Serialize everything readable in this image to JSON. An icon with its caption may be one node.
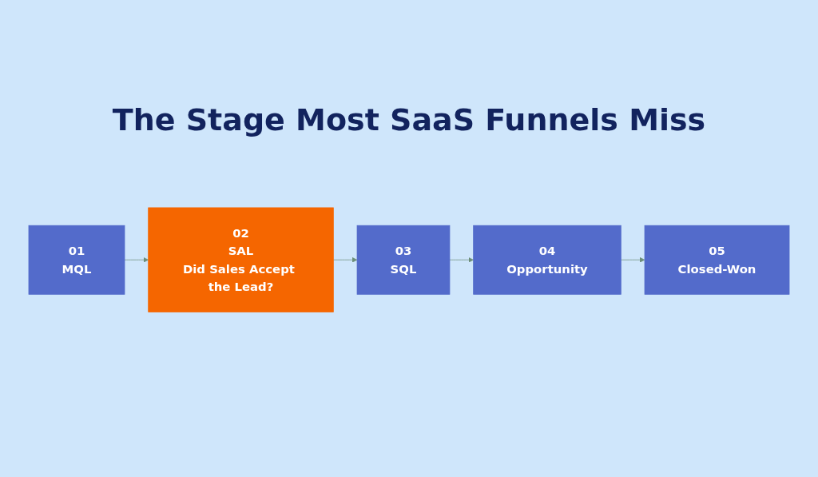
{
  "diagram": {
    "title": "The Stage Most SaaS Funnels Miss",
    "nodes": [
      {
        "text": [
          "01",
          "MQL"
        ]
      },
      {
        "text": [
          "02",
          "SAL",
          "Did Sales Accept the Lead?"
        ]
      },
      {
        "text": [
          "03",
          "SQL"
        ]
      },
      {
        "text": [
          "04",
          "Opportunity"
        ]
      },
      {
        "text": [
          "05",
          "Closed-Won"
        ]
      }
    ],
    "edges": [
      {
        "from": 0,
        "to": 1,
        "arrow": "to"
      },
      {
        "from": 1,
        "to": 2,
        "arrow": "to"
      },
      {
        "from": 2,
        "to": 3,
        "arrow": "to"
      },
      {
        "from": 3,
        "to": 4,
        "arrow": "to"
      }
    ]
  }
}
